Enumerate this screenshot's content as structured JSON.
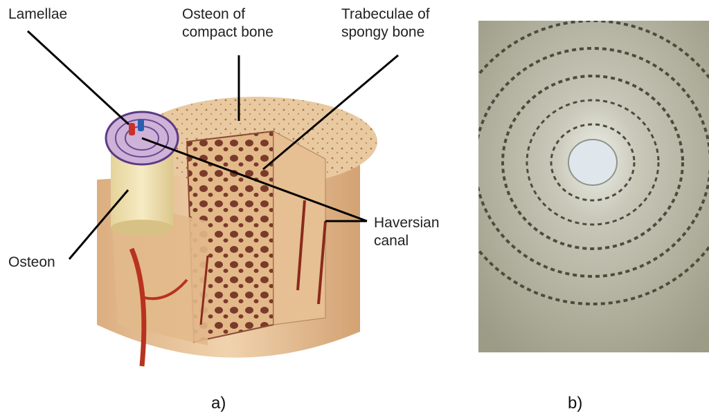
{
  "labels": {
    "lamellae": "Lamellae",
    "osteon_compact_line1": "Osteon of",
    "osteon_compact_line2": "compact bone",
    "trabeculae_line1": "Trabeculae of",
    "trabeculae_line2": "spongy bone",
    "haversian_line1": "Haversian",
    "haversian_line2": "canal",
    "osteon": "Osteon"
  },
  "panels": {
    "a": "a)",
    "b": "b)"
  },
  "icons": {
    "bone_diagram": "bone-cross-section-illustration",
    "micrograph": "osteon-micrograph"
  },
  "colors": {
    "bone_tan": "#e9c9a0",
    "bone_dark": "#c99866",
    "vessel_red": "#b8331f",
    "vessel_blue": "#2a5fb0",
    "micro_light": "#d9d8cf",
    "micro_dark": "#3f4336",
    "canal": "#dfe7ec"
  }
}
